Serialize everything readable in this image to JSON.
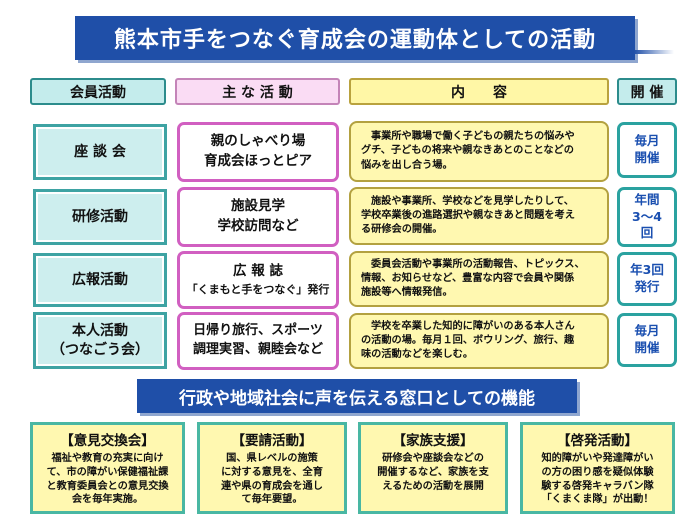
{
  "title": "熊本市手をつなぐ育成会の運動体としての活動",
  "headers": {
    "member_activity": "会員活動",
    "main_activity": "主 な 活 動",
    "content": "内　　容",
    "frequency": "開 催"
  },
  "rows": [
    {
      "name": "座 談 会",
      "activity": [
        "親のしゃべり場",
        "育成会ほっとピア"
      ],
      "content": [
        "事業所や職場で働く子どもの親たちの悩みや",
        "グチ、子どもの将来や親なきあとのことなどの",
        "悩みを出し合う場。"
      ],
      "frequency": [
        "毎月",
        "開催"
      ]
    },
    {
      "name": "研修活動",
      "activity": [
        "施設見学",
        "学校訪問など"
      ],
      "content": [
        "施設や事業所、学校などを見学したりして、",
        "学校卒業後の進路選択や親なきあと問題を考え",
        "る研修会の開催。"
      ],
      "frequency": [
        "年間",
        "3～4",
        "回"
      ]
    },
    {
      "name": "広報活動",
      "activity": [
        "広 報 誌",
        "「くまもと手をつなぐ」発行"
      ],
      "content": [
        "委員会活動や事業所の活動報告、トピックス、",
        "情報、お知らせなど、豊富な内容で会員や関係",
        "施設等へ情報発信。"
      ],
      "frequency": [
        "年3回",
        "発行"
      ]
    },
    {
      "name": [
        "本人活動",
        "（つなごう会）"
      ],
      "activity": [
        "日帰り旅行、スポーツ",
        "調理実習、親睦会など"
      ],
      "content": [
        "学校を卒業した知的に障がいのある本人さん",
        "の活動の場。毎月１回、ボウリング、旅行、趣",
        "味の活動などを楽しむ。"
      ],
      "frequency": [
        "毎月",
        "開催"
      ]
    }
  ],
  "subtitle": "行政や地域社会に声を伝える窓口としての機能",
  "functions": [
    {
      "title": "【意見交換会】",
      "body": [
        "福祉や教育の充実に向け",
        "て、市の障がい保健福祉課",
        "と教育委員会との意見交換",
        "会を毎年実施。"
      ]
    },
    {
      "title": "【要請活動】",
      "body": [
        "国、県レベルの施策",
        "に対する意見を、全育",
        "連や県の育成会を通し",
        "て毎年要望。"
      ]
    },
    {
      "title": "【家族支援】",
      "body": [
        "研修会や座談会などの",
        "開催するなど、家族を支",
        "えるための活動を展開"
      ]
    },
    {
      "title": "【啓発活動】",
      "body": [
        "知的障がいや発達障がい",
        "の方の困り感を疑似体験",
        "験する啓発キャラバン隊",
        "「くまくま隊」が出動！"
      ]
    }
  ]
}
